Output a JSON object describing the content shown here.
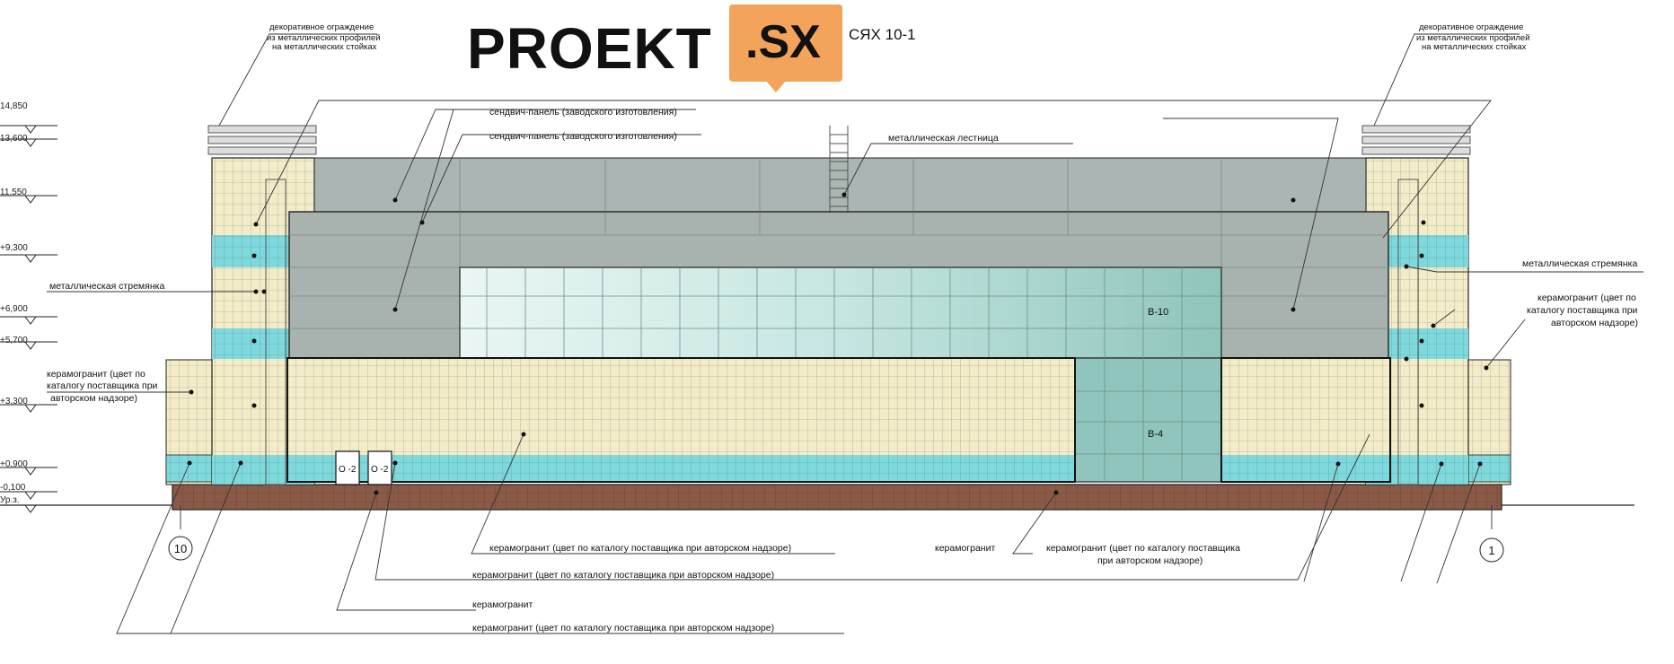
{
  "logo": {
    "text": "PROEKT",
    "badge": ".SX"
  },
  "title_fragment": "СЯХ  10-1",
  "levels": [
    "14,850",
    "13,600",
    "11,550",
    "+9,300",
    "+6,900",
    "+5,700",
    "+3,300",
    "+0,900",
    "-0,100",
    "Ур.з."
  ],
  "axes": {
    "left": "10",
    "right": "1"
  },
  "windows": {
    "o1": "О -2",
    "o2": "О -2"
  },
  "glazing": {
    "upper": "В-10",
    "lower": "В-4"
  },
  "notes": {
    "fence_left": [
      "декоративное ограждение",
      "из металлических профилей",
      "на металлических стойках"
    ],
    "fence_right": [
      "декоративное ограждение",
      "из металлических профилей",
      "на металлических стойках"
    ],
    "sandwich_1": "сендвич-панель (заводского изготовления)",
    "sandwich_2": "сендвич-панель (заводского изготовления)",
    "ladder": "металлическая  лестница",
    "step_left": "металлическая стремянка",
    "step_right": "металлическая стремянка",
    "ceramic_left": [
      "керамогранит (цвет по",
      "каталогу поставщика при",
      "авторском надзоре)"
    ],
    "ceramic_right": [
      "керамогранит (цвет по",
      "каталогу поставщика при",
      "авторском надзоре)"
    ],
    "bottom_1": "керамогранит (цвет по каталогу поставщика при авторском надзоре)",
    "bottom_2": "керамогранит (цвет по каталогу поставщика при авторском надзоре)",
    "bottom_3": "керамогранит",
    "bottom_4": "керамогранит (цвет по каталогу поставщика при авторском надзоре)",
    "bottom_mid": "керамогранит",
    "bottom_right": [
      "керамогранит (цвет по каталогу поставщика",
      "при авторском надзоре)"
    ]
  },
  "colors": {
    "cream": "#f3ecc8",
    "cyan": "#7fd8dc",
    "panel_dark": "#a9b4b1",
    "panel_mid": "#b3bdbb",
    "glass": "#b9ddd7",
    "plinth": "#8a5a47"
  }
}
